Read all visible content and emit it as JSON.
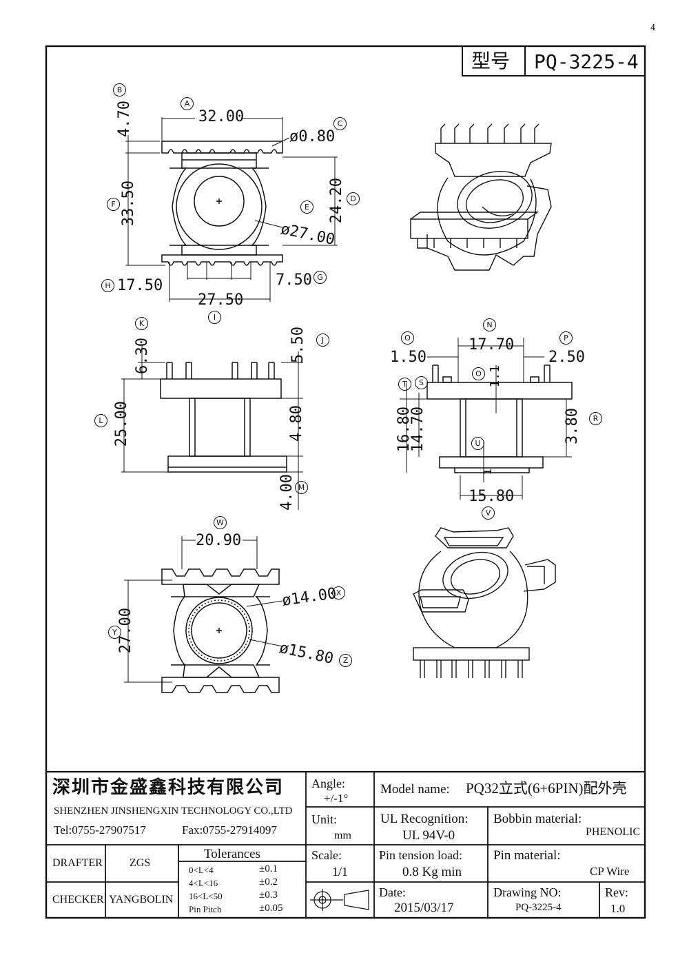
{
  "corner_mark": "4",
  "model_header": {
    "label": "型号",
    "value": "PQ-3225-4"
  },
  "dimensions": {
    "a": "32.00",
    "b": "4.70",
    "c": "ø0.80",
    "d": "24.20",
    "e": "ø27.00",
    "f": "33.50",
    "g": "7.50",
    "h": "17.50",
    "i": "27.50",
    "j": "5.50",
    "k": "6.30",
    "l": "25.00",
    "m": "4.00",
    "k2": "4.80",
    "n": "17.70",
    "o": "1.50",
    "p": "2.50",
    "o_small": "1.1",
    "t": "16.80",
    "s": "14.70",
    "r": "3.80",
    "u": "1",
    "v": "15.80",
    "w": "20.90",
    "y": "27.00",
    "x": "ø14.00",
    "z": "ø15.80"
  },
  "callouts": {
    "A": "A",
    "B": "B",
    "C": "C",
    "D": "D",
    "E": "E",
    "F": "F",
    "G": "G",
    "H": "H",
    "I": "I",
    "J": "J",
    "K": "K",
    "L": "L",
    "M": "M",
    "N": "N",
    "O": "O",
    "P": "P",
    "Q": "O",
    "R": "R",
    "S": "S",
    "T": "T",
    "U": "U",
    "V": "V",
    "W": "W",
    "X": "X",
    "Y": "Y",
    "Z": "Z"
  },
  "title_block": {
    "company_cn": "深圳市金盛鑫科技有限公司",
    "company_en": "SHENZHEN JINSHENGXIN TECHNOLOGY CO.,LTD",
    "tel": "Tel:0755-27907517",
    "fax": "Fax:0755-27914097",
    "angle_label": "Angle:",
    "angle_value": "+/-1°",
    "unit_label": "Unit:",
    "unit_value": "mm",
    "scale_label": "Scale:",
    "scale_value": "1/1",
    "model_name_label": "Model name:",
    "model_name_value": "PQ32立式(6+6PIN)配外壳",
    "ul_label": "UL Recognition:",
    "ul_value": "UL 94V-0",
    "bobbin_label": "Bobbin material:",
    "bobbin_value": "PHENOLIC",
    "pin_tension_label": "Pin tension load:",
    "pin_tension_value": "0.8 Kg min",
    "pin_material_label": "Pin material:",
    "pin_material_value": "CP Wire",
    "date_label": "Date:",
    "date_value": "2015/03/17",
    "drawing_no_label": "Drawing NO:",
    "drawing_no_value": "PQ-3225-4",
    "rev_label": "Rev:",
    "rev_value": "1.0",
    "drafter_label": "DRAFTER",
    "drafter_value": "ZGS",
    "checker_label": "CHECKER",
    "checker_value": "YANGBOLIN",
    "tolerances_title": "Tolerances",
    "tolerances": [
      {
        "range": "0<L<4",
        "value": "±0.1"
      },
      {
        "range": "4<L<16",
        "value": "±0.2"
      },
      {
        "range": "16<L<50",
        "value": "±0.3"
      },
      {
        "range": "Pin Pitch",
        "value": "±0.05"
      }
    ]
  }
}
